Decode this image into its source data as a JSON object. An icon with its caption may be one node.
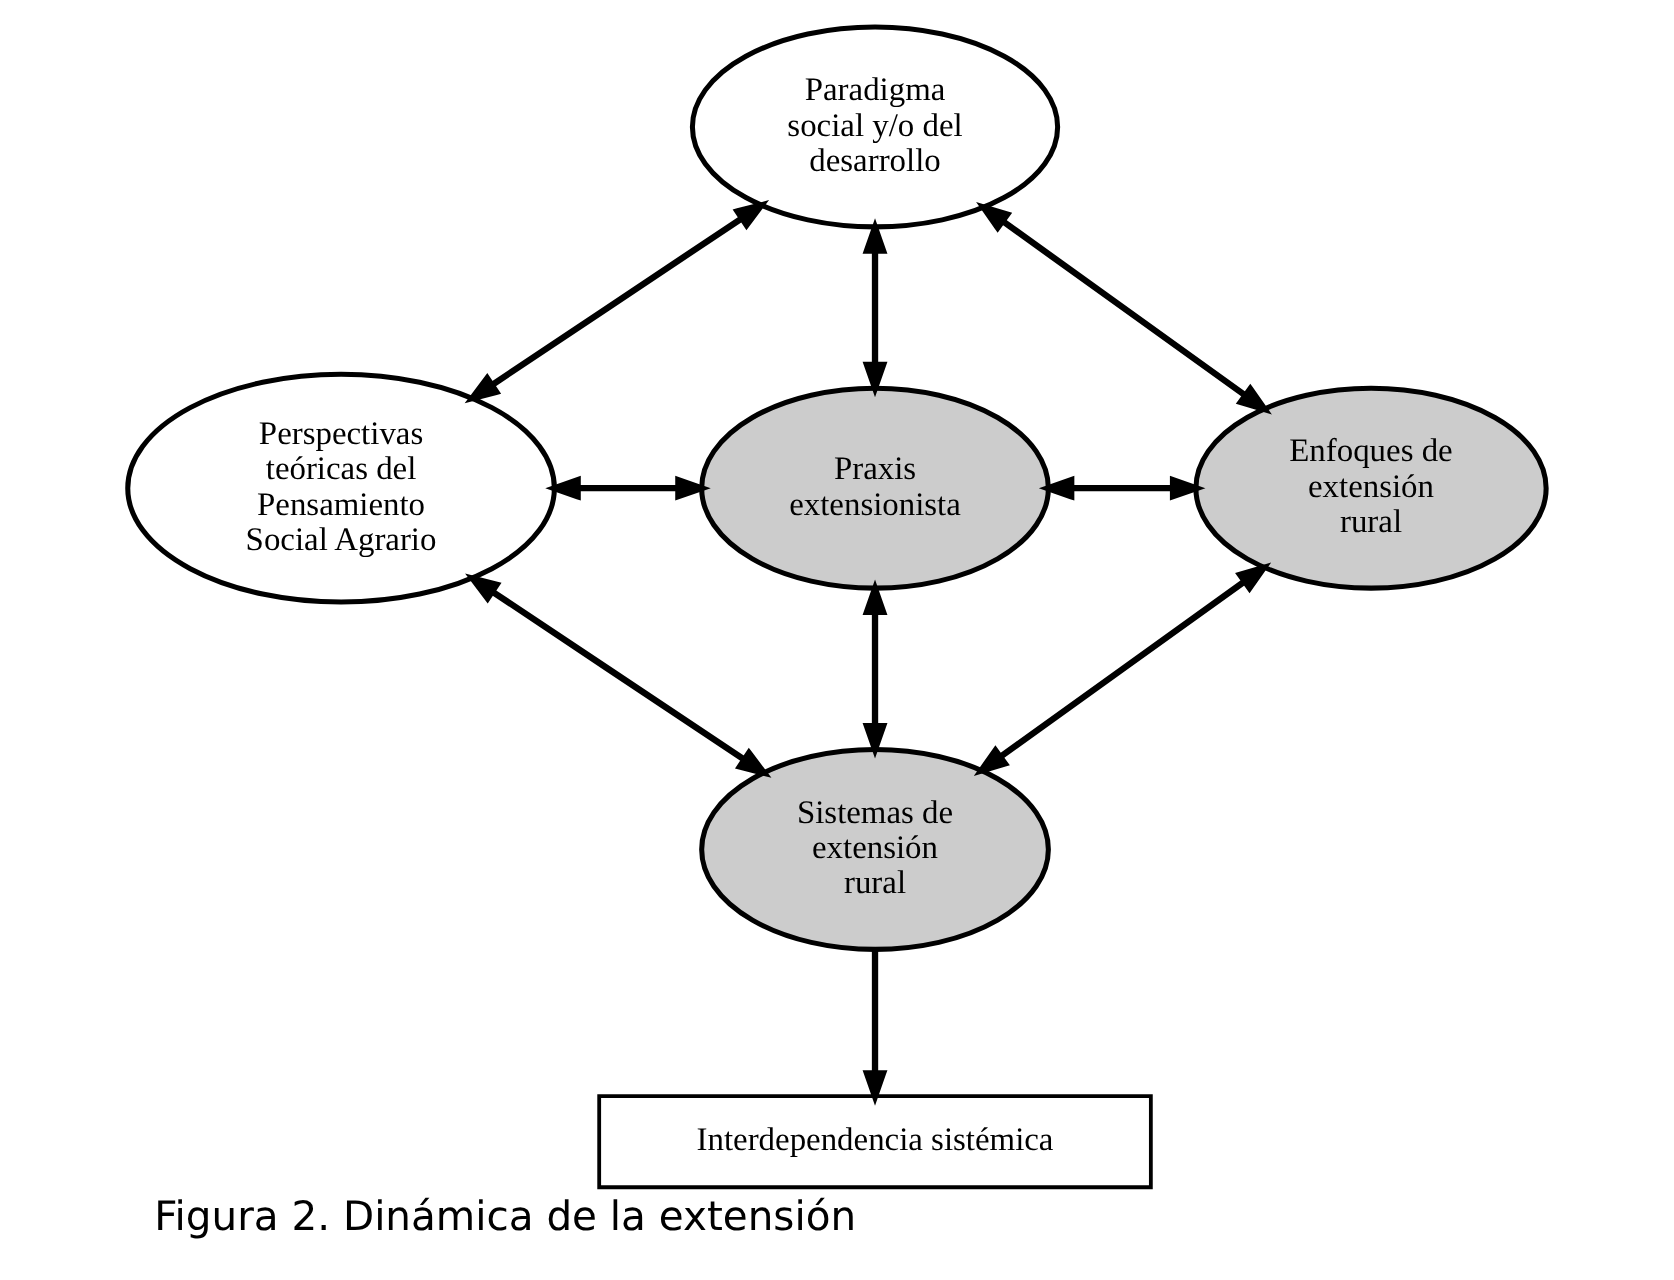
{
  "diagram": {
    "caption": "Figura 2. Dinámica de la extensión",
    "nodes": [
      {
        "text": [
          "Paradigma social y/o del desarrollo"
        ]
      },
      {
        "text": [
          "Perspectivas teóricas del Pensamiento Social Agrario"
        ]
      },
      {
        "text": [
          "Praxis extensionista"
        ]
      },
      {
        "text": [
          "Enfoques de extensión rural"
        ]
      },
      {
        "text": [
          "Sistemas de extensión rural"
        ]
      },
      {
        "text": [
          "Interdependencia sistémica"
        ]
      }
    ],
    "edges": [
      {
        "from": 1,
        "to": 0,
        "arrow": "both"
      },
      {
        "from": 0,
        "to": 3,
        "arrow": "both"
      },
      {
        "from": 0,
        "to": 2,
        "arrow": "both"
      },
      {
        "from": 1,
        "to": 2,
        "arrow": "both"
      },
      {
        "from": 2,
        "to": 3,
        "arrow": "both"
      },
      {
        "from": 2,
        "to": 4,
        "arrow": "both"
      },
      {
        "from": 1,
        "to": 4,
        "arrow": "both"
      },
      {
        "from": 3,
        "to": 4,
        "arrow": "both"
      },
      {
        "from": 4,
        "to": 5,
        "arrow": "to"
      }
    ]
  }
}
